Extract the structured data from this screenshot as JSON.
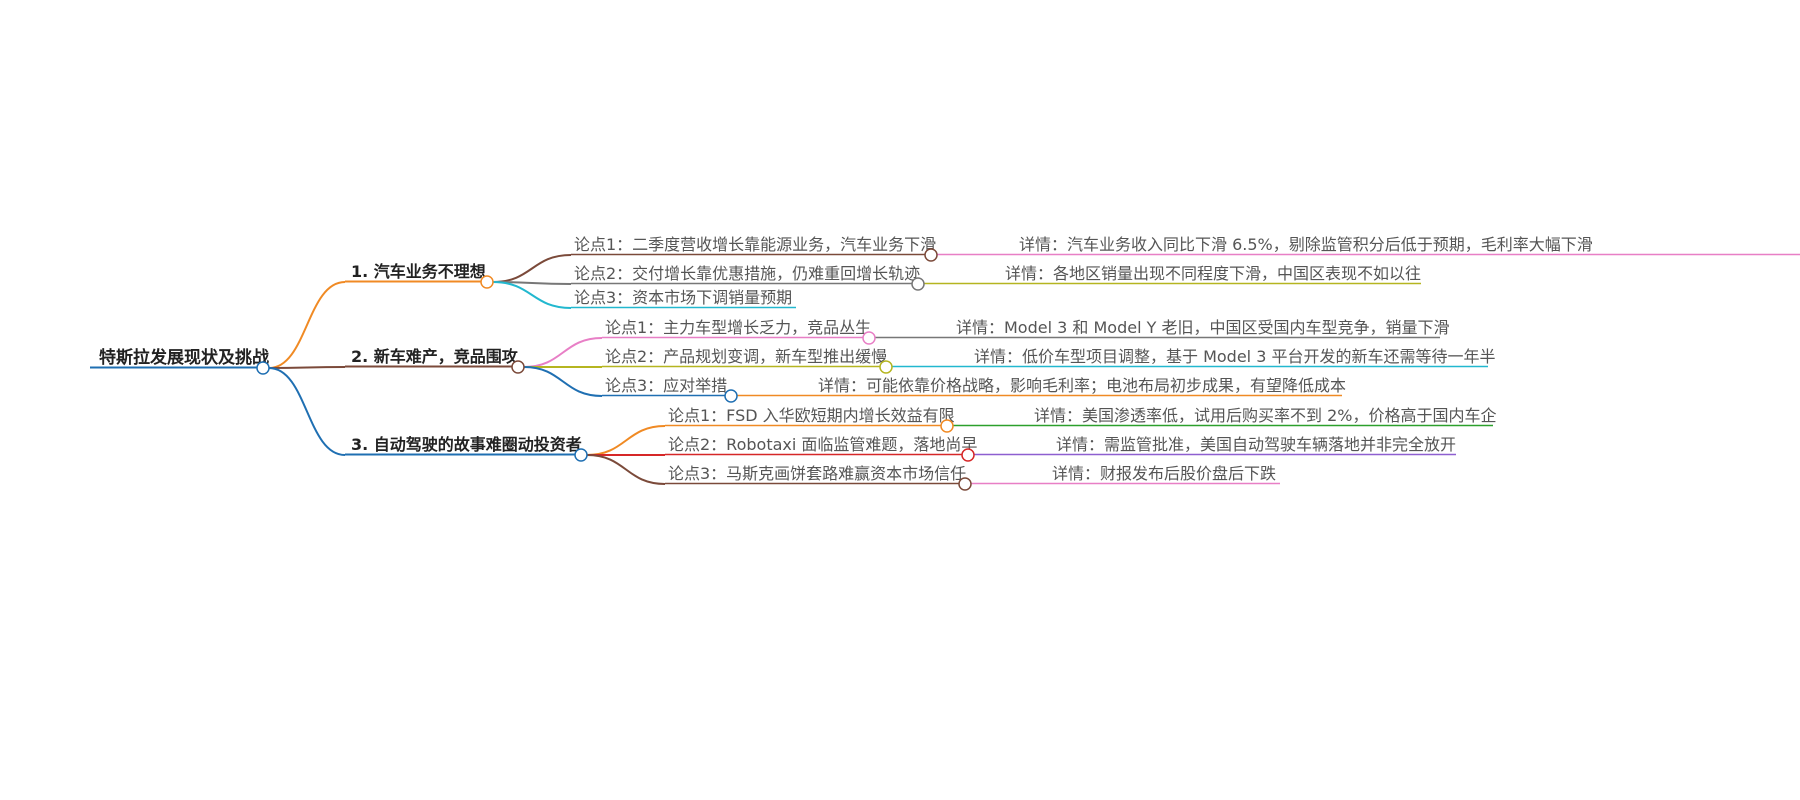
{
  "root": {
    "label": "特斯拉发展现状及挑战",
    "color": "#1f6fb2"
  },
  "branches": [
    {
      "label": "1. 汽车业务不理想",
      "color": "#f08a24",
      "points": [
        {
          "label": "论点1：二季度营收增长靠能源业务，汽车业务下滑",
          "color": "#7b4a3a",
          "detail": {
            "label": "详情：汽车业务收入同比下滑 6.5%，剔除监管积分后低于预期，毛利率大幅下滑",
            "color": "#e87fc6"
          }
        },
        {
          "label": "论点2：交付增长靠优惠措施，仍难重回增长轨迹",
          "color": "#777777",
          "detail": {
            "label": "详情：各地区销量出现不同程度下滑，中国区表现不如以往",
            "color": "#b5b520"
          }
        },
        {
          "label": "论点3：资本市场下调销量预期",
          "color": "#22b8cf"
        }
      ]
    },
    {
      "label": "2. 新车难产，竞品围攻",
      "color": "#7b4a3a",
      "points": [
        {
          "label": "论点1：主力车型增长乏力，竞品丛生",
          "color": "#e87fc6",
          "detail": {
            "label": "详情：Model 3 和 Model Y 老旧，中国区受国内车型竞争，销量下滑",
            "color": "#777777"
          }
        },
        {
          "label": "论点2：产品规划变调，新车型推出缓慢",
          "color": "#b5b520",
          "detail": {
            "label": "详情：低价车型项目调整，基于 Model 3 平台开发的新车还需等待一年半",
            "color": "#22b8cf"
          }
        },
        {
          "label": "论点3：应对举措",
          "color": "#1f6fb2",
          "detail": {
            "label": "详情：可能依靠价格战略，影响毛利率；电池布局初步成果，有望降低成本",
            "color": "#f08a24"
          }
        }
      ]
    },
    {
      "label": "3. 自动驾驶的故事难圈动投资者",
      "color": "#1f6fb2",
      "points": [
        {
          "label": "论点1：FSD 入华欧短期内增长效益有限",
          "color": "#f08a24",
          "detail": {
            "label": "详情：美国渗透率低，试用后购买率不到 2%，价格高于国内车企",
            "color": "#2ca02c"
          }
        },
        {
          "label": "论点2：Robotaxi 面临监管难题，落地尚早",
          "color": "#d62728",
          "detail": {
            "label": "详情：需监管批准，美国自动驾驶车辆落地并非完全放开",
            "color": "#8e5fd0"
          }
        },
        {
          "label": "论点3：马斯克画饼套路难赢资本市场信任",
          "color": "#7b4a3a",
          "detail": {
            "label": "详情：财报发布后股价盘后下跌",
            "color": "#e87fc6"
          }
        }
      ]
    }
  ]
}
